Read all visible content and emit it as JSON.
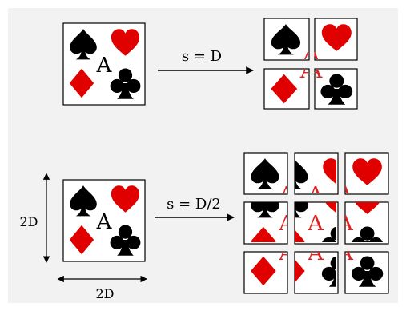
{
  "top_row": {
    "stride_label": "s = D",
    "center_letter": "A"
  },
  "bottom_row": {
    "stride_label": "s = D/2",
    "center_letter": "A",
    "height_label": "2D",
    "width_label": "2D"
  },
  "colors": {
    "background": "#f2f2f2",
    "card_border": "#000000",
    "black_suit": "#000000",
    "red_suit": "#e00000",
    "letter": "#e02020"
  },
  "icons": [
    "spade-icon",
    "heart-icon",
    "diamond-icon",
    "club-icon",
    "arrow-right-icon",
    "double-arrow-icon"
  ]
}
